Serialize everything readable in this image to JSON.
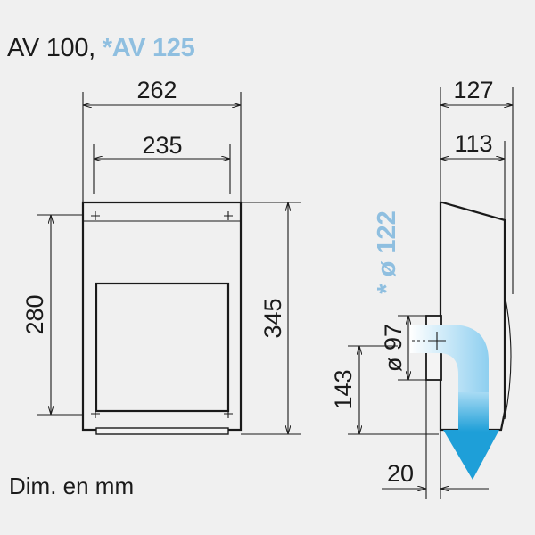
{
  "title": {
    "models": "AV 100, ",
    "accent_model": "*AV 125"
  },
  "units_note": "Dim. en mm",
  "colors": {
    "accent": "#8fbfe0",
    "arrow": "#1e9fd8",
    "line": "#1a1a1a",
    "background": "#f0f0f0"
  },
  "front_view": {
    "width_outer": "262",
    "width_inner": "235",
    "height_inner": "280",
    "height_outer": "345"
  },
  "side_view": {
    "depth_outer": "127",
    "depth_inner": "113",
    "duct_diameter": "ø 97",
    "duct_diameter_alt": "* ø 122",
    "duct_height": "143",
    "duct_offset": "20"
  }
}
